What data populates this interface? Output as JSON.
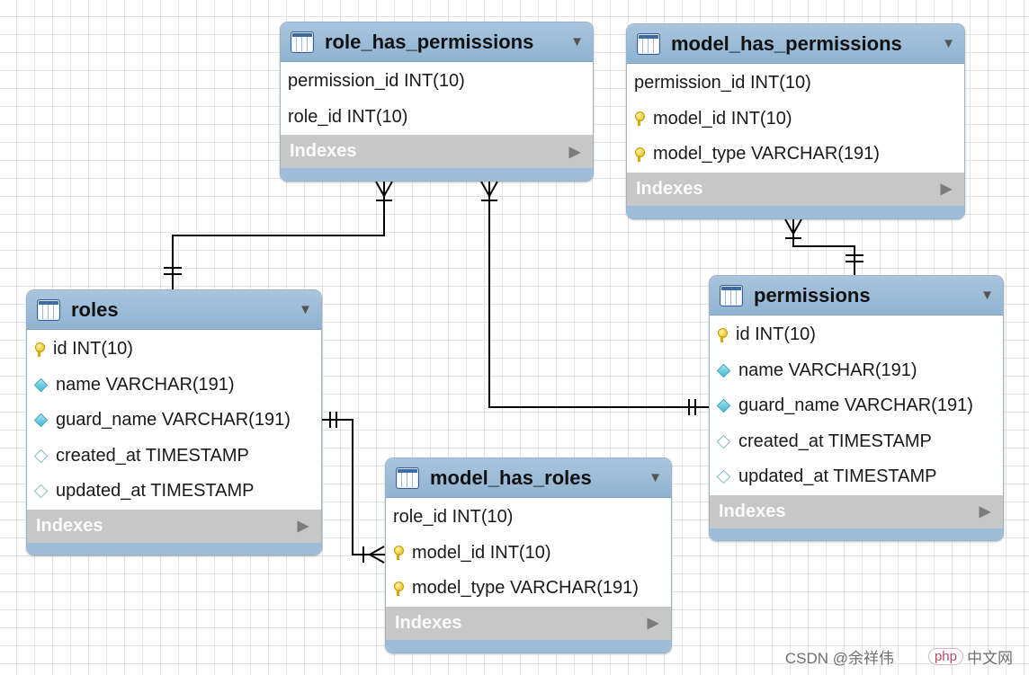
{
  "tables": {
    "role_has_permissions": {
      "name": "role_has_permissions",
      "columns": [
        {
          "text": "permission_id INT(10)",
          "icon": "none"
        },
        {
          "text": "role_id INT(10)",
          "icon": "none"
        }
      ],
      "indexes_label": "Indexes"
    },
    "model_has_permissions": {
      "name": "model_has_permissions",
      "columns": [
        {
          "text": "permission_id INT(10)",
          "icon": "none"
        },
        {
          "text": "model_id INT(10)",
          "icon": "primary-key-icon"
        },
        {
          "text": "model_type VARCHAR(191)",
          "icon": "primary-key-icon"
        }
      ],
      "indexes_label": "Indexes"
    },
    "roles": {
      "name": "roles",
      "columns": [
        {
          "text": "id INT(10)",
          "icon": "primary-key-icon"
        },
        {
          "text": "name VARCHAR(191)",
          "icon": "not-null-column-icon"
        },
        {
          "text": "guard_name VARCHAR(191)",
          "icon": "not-null-column-icon"
        },
        {
          "text": "created_at TIMESTAMP",
          "icon": "nullable-column-icon"
        },
        {
          "text": "updated_at TIMESTAMP",
          "icon": "nullable-column-icon"
        }
      ],
      "indexes_label": "Indexes"
    },
    "permissions": {
      "name": "permissions",
      "columns": [
        {
          "text": "id INT(10)",
          "icon": "primary-key-icon"
        },
        {
          "text": "name VARCHAR(191)",
          "icon": "not-null-column-icon"
        },
        {
          "text": "guard_name VARCHAR(191)",
          "icon": "not-null-column-icon"
        },
        {
          "text": "created_at TIMESTAMP",
          "icon": "nullable-column-icon"
        },
        {
          "text": "updated_at TIMESTAMP",
          "icon": "nullable-column-icon"
        }
      ],
      "indexes_label": "Indexes"
    },
    "model_has_roles": {
      "name": "model_has_roles",
      "columns": [
        {
          "text": "role_id INT(10)",
          "icon": "none"
        },
        {
          "text": "model_id INT(10)",
          "icon": "primary-key-icon"
        },
        {
          "text": "model_type VARCHAR(191)",
          "icon": "primary-key-icon"
        }
      ],
      "indexes_label": "Indexes"
    }
  },
  "relationships": [
    {
      "from": "roles",
      "to": "role_has_permissions",
      "type": "one-to-many"
    },
    {
      "from": "permissions",
      "to": "role_has_permissions",
      "type": "one-to-many"
    },
    {
      "from": "permissions",
      "to": "model_has_permissions",
      "type": "one-to-many"
    },
    {
      "from": "roles",
      "to": "model_has_roles",
      "type": "one-to-many"
    }
  ],
  "watermark": {
    "logo_text": "php",
    "logo_suffix": "中文网",
    "text": "CSDN @余祥伟"
  },
  "colors": {
    "header": "#97bad6",
    "indexes_bar": "#c7c7c7",
    "grid": "#e3e3e3"
  }
}
